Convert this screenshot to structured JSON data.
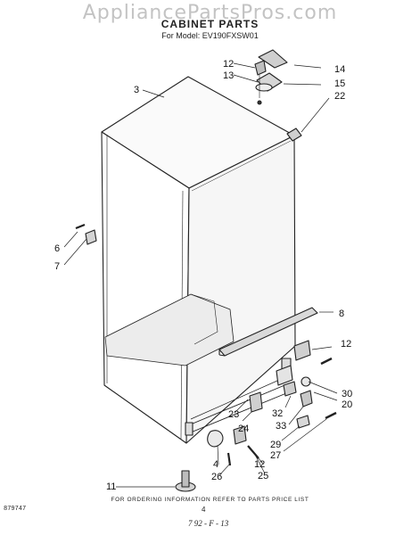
{
  "header": {
    "watermark": "AppliancePartsPros.com",
    "title": "CABINET PARTS",
    "subtitle": "For Model: EV190FXSW01"
  },
  "callouts": [
    "12",
    "14",
    "13",
    "15",
    "3",
    "22",
    "6",
    "7",
    "8",
    "12",
    "30",
    "20",
    "32",
    "33",
    "23",
    "24",
    "29",
    "27",
    "12",
    "25",
    "4",
    "26",
    "11"
  ],
  "footer": {
    "note": "FOR ORDERING INFORMATION REFER TO PARTS PRICE LIST",
    "code": "879747",
    "page": "4",
    "stamp": "7 92 - F - 13"
  }
}
